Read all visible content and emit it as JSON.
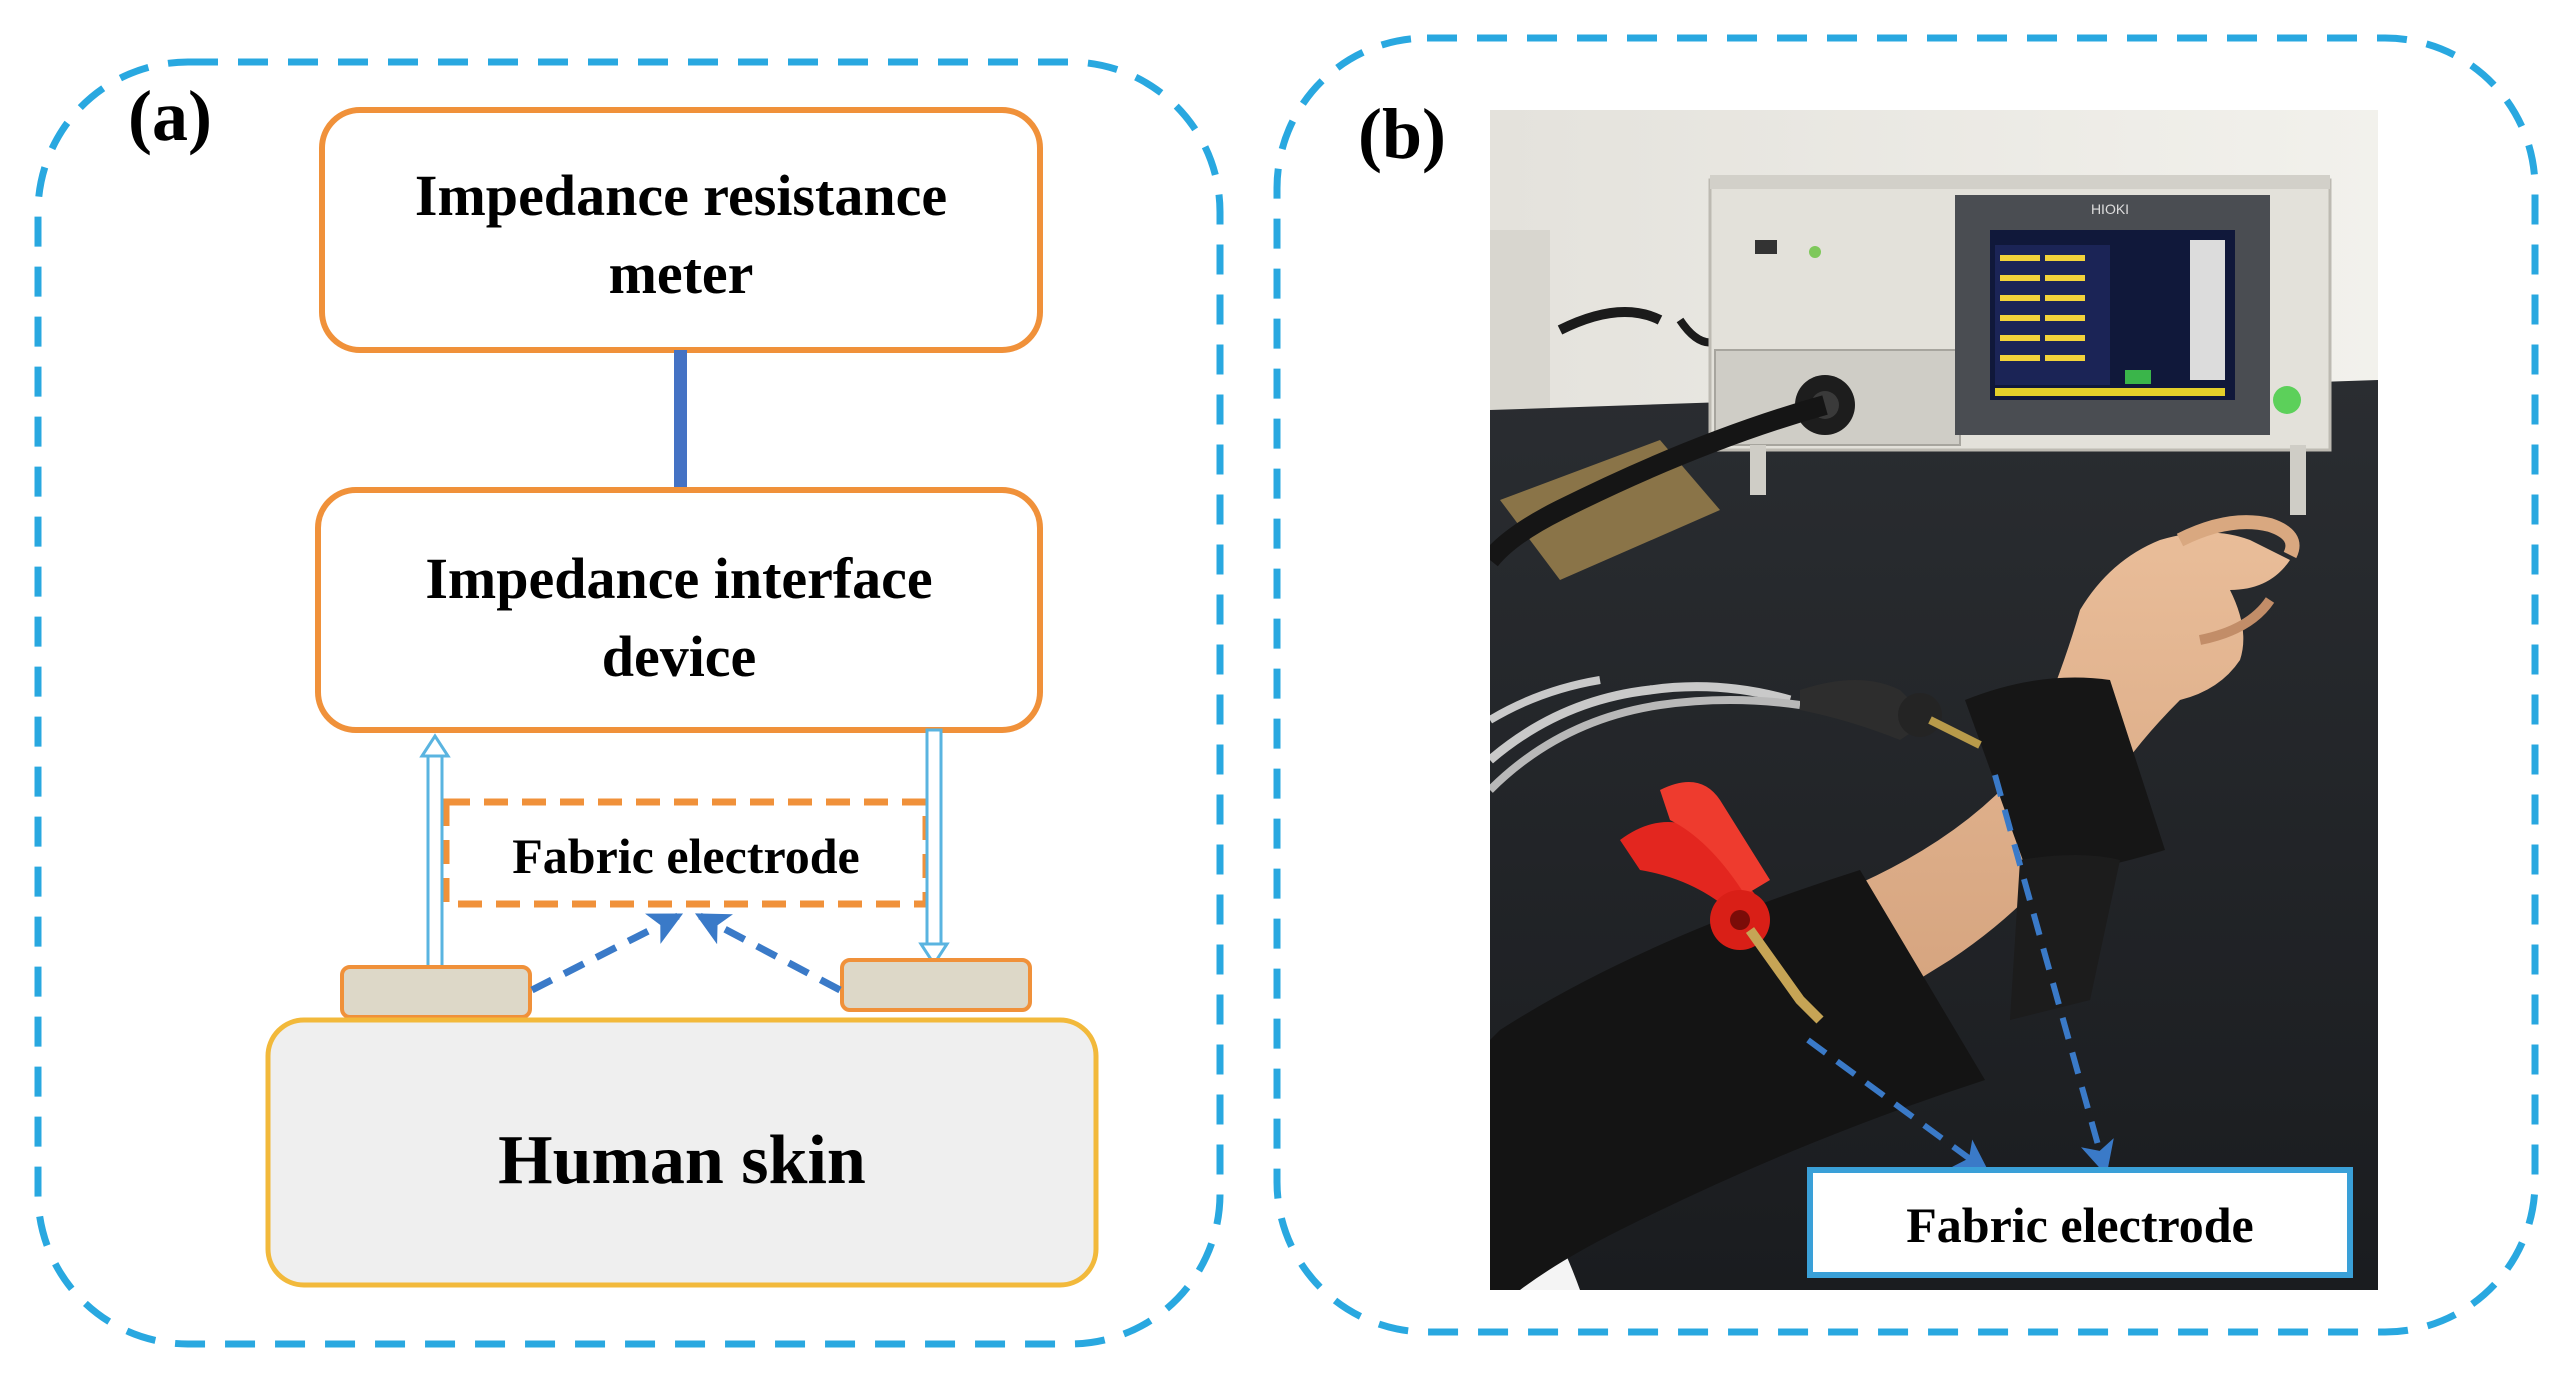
{
  "panel_a": {
    "label": "(a)",
    "meter_line1": "Impedance resistance",
    "meter_line2": "meter",
    "interface_line1": "Impedance interface",
    "interface_line2": "device",
    "fabric_label": "Fabric electrode",
    "skin_label": "Human skin"
  },
  "panel_b": {
    "label": "(b)",
    "fabric_label": "Fabric electrode",
    "device_brand": "HIOKI"
  },
  "colors": {
    "panel_border": "#29a8e0",
    "box_border": "#f0913a",
    "connector": "#4472c4",
    "arrow_blue": "#3a7ac8",
    "lead_outline": "#5ab4e0",
    "pad_fill": "#ddd8c8",
    "skin_fill": "#efefef",
    "skin_border": "#f2b93b",
    "label_box_border": "#3aa0d8"
  },
  "icons": [
    "hand-arm-photo",
    "lcr-meter-device",
    "red-clip-icon",
    "black-clip-icon"
  ]
}
